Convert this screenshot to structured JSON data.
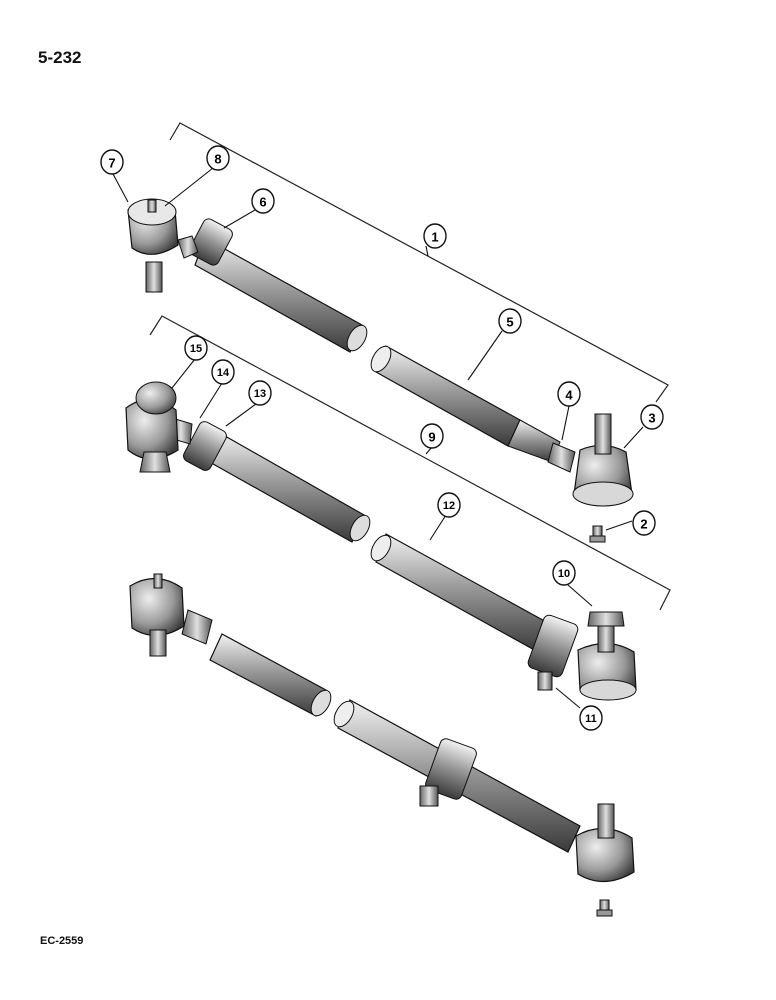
{
  "page_number": "5-232",
  "figure_code": "EC-2559",
  "callouts": [
    {
      "id": "c1",
      "label": "1"
    },
    {
      "id": "c2",
      "label": "2"
    },
    {
      "id": "c3",
      "label": "3"
    },
    {
      "id": "c4",
      "label": "4"
    },
    {
      "id": "c5",
      "label": "5"
    },
    {
      "id": "c6",
      "label": "6"
    },
    {
      "id": "c7",
      "label": "7"
    },
    {
      "id": "c8",
      "label": "8"
    },
    {
      "id": "c9",
      "label": "9"
    },
    {
      "id": "c10",
      "label": "10"
    },
    {
      "id": "c11",
      "label": "11"
    },
    {
      "id": "c12",
      "label": "12"
    },
    {
      "id": "c13",
      "label": "13"
    },
    {
      "id": "c14",
      "label": "14"
    },
    {
      "id": "c15",
      "label": "15"
    }
  ]
}
